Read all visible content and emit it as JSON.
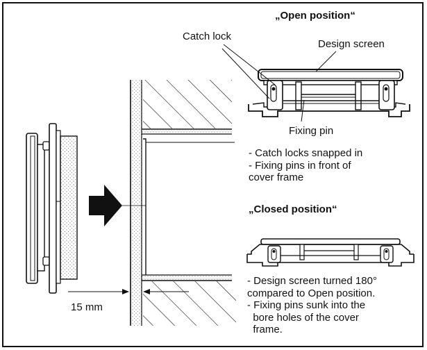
{
  "headings": {
    "open": "„Open position“",
    "closed": "„Closed position“"
  },
  "labels": {
    "catch_lock": "Catch lock",
    "design_screen": "Design screen",
    "fixing_pin": "Fixing pin",
    "dimension": "15 mm"
  },
  "open_notes": [
    "- Catch locks snapped in",
    "- Fixing pins in front of",
    "cover frame"
  ],
  "closed_notes": [
    "- Design screen turned 180°",
    "compared to Open position.",
    "- Fixing pins sunk into the",
    "  bore holes of the cover",
    "  frame."
  ]
}
